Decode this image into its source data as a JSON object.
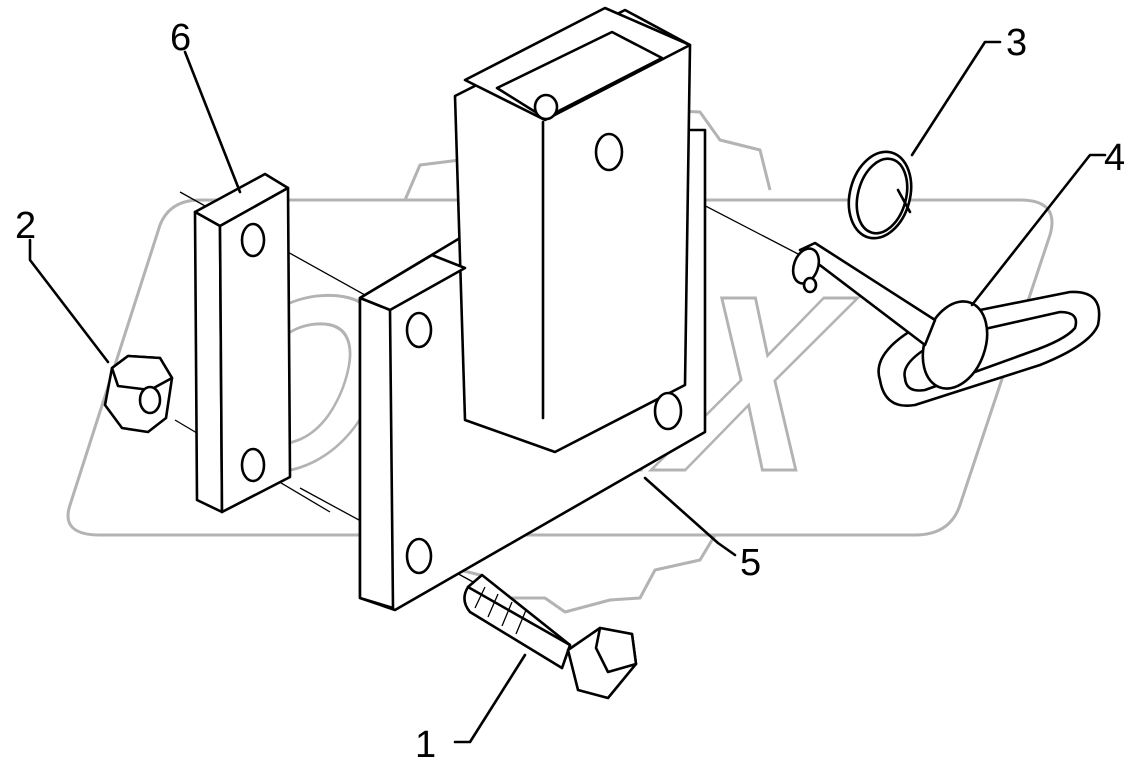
{
  "diagram": {
    "watermark_text": "OPEX",
    "callouts": [
      {
        "id": "1",
        "text": "1"
      },
      {
        "id": "2",
        "text": "2"
      },
      {
        "id": "3",
        "text": "3"
      },
      {
        "id": "4",
        "text": "4"
      },
      {
        "id": "5",
        "text": "5"
      },
      {
        "id": "6",
        "text": "6"
      }
    ],
    "colors": {
      "line": "#000000",
      "watermark": "#b3b3b3",
      "background": "#ffffff"
    }
  }
}
